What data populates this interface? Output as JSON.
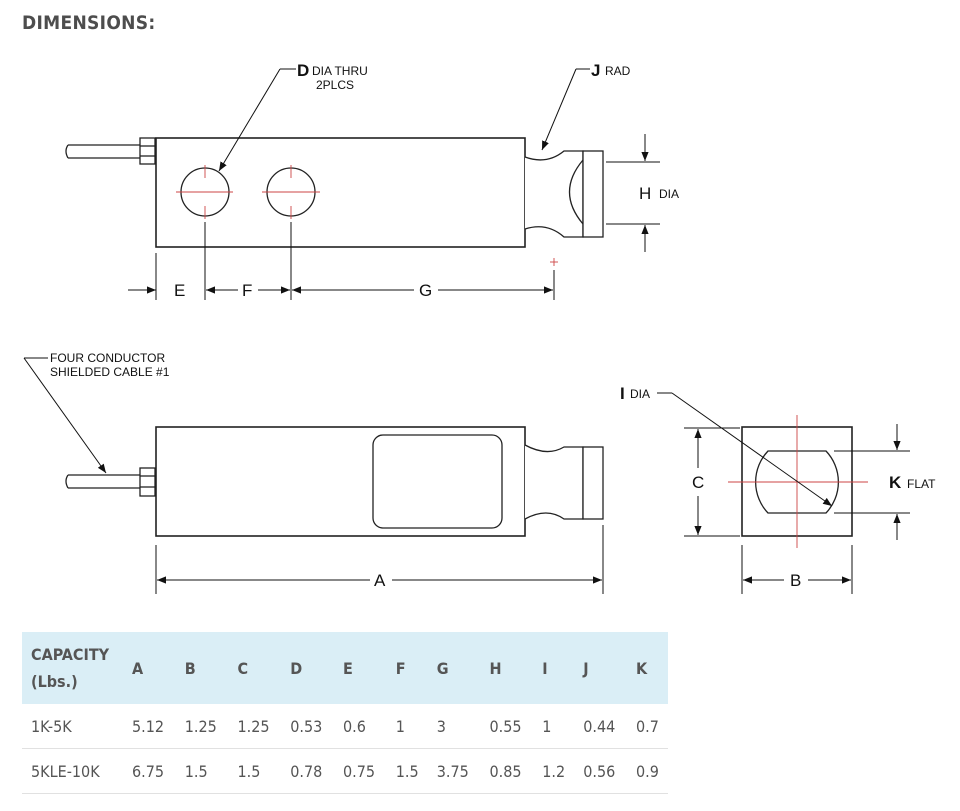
{
  "heading": "DIMENSIONS:",
  "drawing": {
    "callout_d_letter": "D",
    "callout_d_text": "DIA THRU",
    "callout_d_text2": "2PLCS",
    "callout_j_letter": "J",
    "callout_j_text": "RAD",
    "callout_h_letter": "H",
    "callout_h_text": "DIA",
    "label_e": "E",
    "label_f": "F",
    "label_g": "G",
    "cable_text_1": "FOUR CONDUCTOR",
    "cable_text_2": "SHIELDED CABLE  #1",
    "label_a": "A",
    "callout_i_letter": "I",
    "callout_i_text": "DIA",
    "label_c": "C",
    "callout_k_letter": "K",
    "callout_k_text": "FLAT",
    "label_b": "B"
  },
  "table": {
    "capacity_line1": "CAPACITY",
    "capacity_line2": "(Lbs.)",
    "columns": [
      "A",
      "B",
      "C",
      "D",
      "E",
      "F",
      "G",
      "H",
      "I",
      "J",
      "K"
    ],
    "rows": [
      {
        "capacity": "1K-5K",
        "values": [
          "5.12",
          "1.25",
          "1.25",
          "0.53",
          "0.6",
          "1",
          "3",
          "0.55",
          "1",
          "0.44",
          "0.7"
        ]
      },
      {
        "capacity": "5KLE-10K",
        "values": [
          "6.75",
          "1.5",
          "1.5",
          "0.78",
          "0.75",
          "1.5",
          "3.75",
          "0.85",
          "1.2",
          "0.56",
          "0.9"
        ]
      }
    ]
  }
}
